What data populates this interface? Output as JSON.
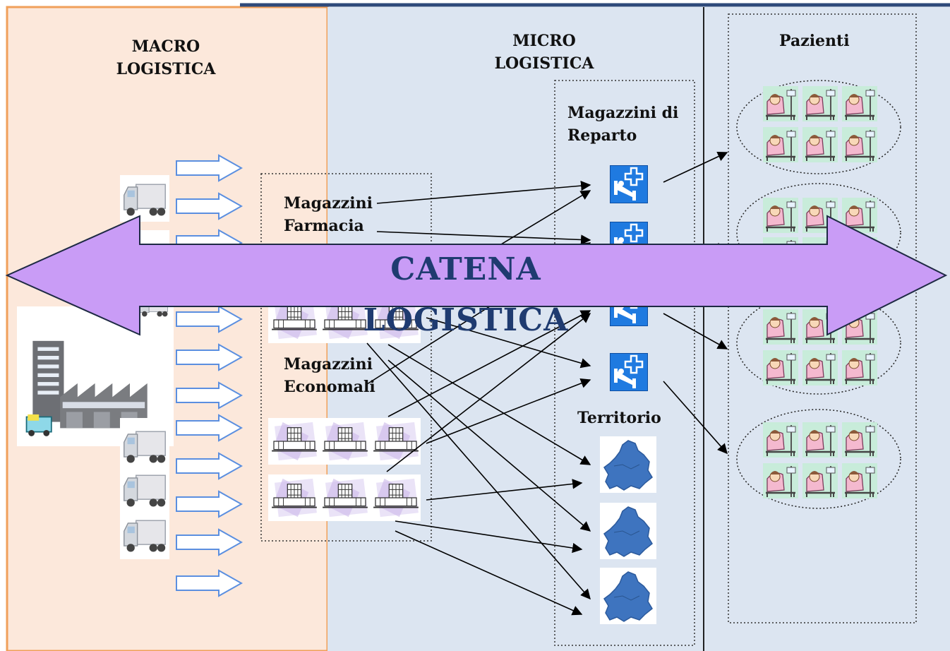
{
  "sections": {
    "macro": "MACRO\nLOGISTICA",
    "micro": "MICRO\nLOGISTICA",
    "patients": "Pazienti"
  },
  "nodes": {
    "pharmacy": "Magazzini\nFarmacia",
    "economal": "Magazzini\nEconomali",
    "ward": "Magazzini di\nReparto",
    "territory": "Territorio"
  },
  "banner": "CATENA LOGISTICA",
  "icons": {
    "truck": "truck-icon",
    "factory": "factory-icon",
    "hospital": "hospital-building-icon",
    "bed": "hospital-bed-icon",
    "region": "region-map-icon",
    "patient": "patient-bed-icon"
  },
  "colors": {
    "macro_bg": "#fce8db",
    "macro_border": "#f0a05a",
    "micro_bg": "#dce5f1",
    "top_border": "#2e4a7a",
    "banner_fill": "#c99cf6",
    "banner_text": "#1f3b70",
    "bed_icon": "#1f7ae0"
  }
}
